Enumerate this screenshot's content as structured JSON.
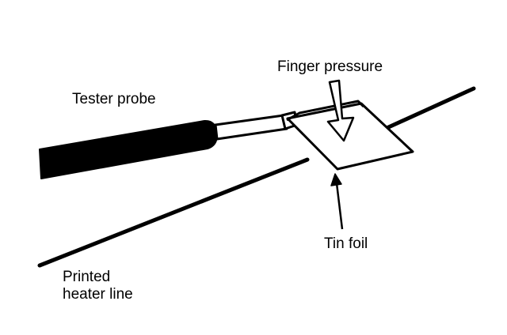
{
  "labels": {
    "tester_probe": "Tester probe",
    "finger_pressure": "Finger pressure",
    "tin_foil": "Tin foil",
    "printed_heater_line_1": "Printed",
    "printed_heater_line_2": "heater line"
  },
  "colors": {
    "ink": "#000000",
    "paper": "#ffffff"
  }
}
